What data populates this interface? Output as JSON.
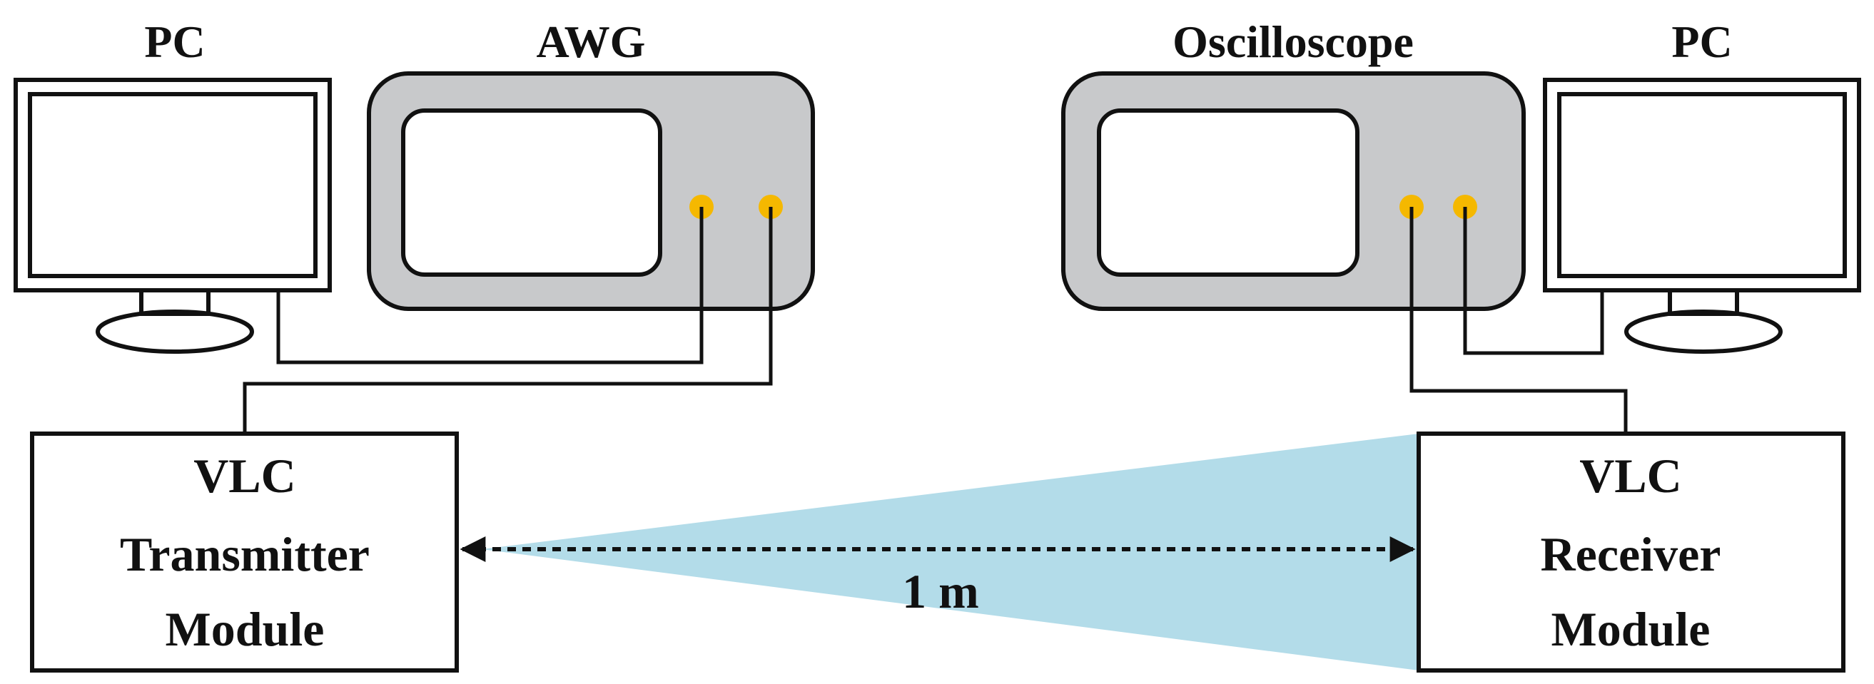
{
  "labels": {
    "pc_left": "PC",
    "awg": "AWG",
    "oscilloscope": "Oscilloscope",
    "pc_right": "PC",
    "tx_line1": "VLC",
    "tx_line2": "Transmitter",
    "tx_line3": "Module",
    "rx_line1": "VLC",
    "rx_line2": "Receiver",
    "rx_line3": "Module",
    "distance": "1 m"
  },
  "colors": {
    "instrument_body": "#c8c9cb",
    "port": "#f5b800",
    "light_beam": "#b3dce9",
    "line": "#111111",
    "background": "#ffffff"
  },
  "icons": {
    "pc": "monitor-icon",
    "awg": "instrument-icon",
    "oscilloscope": "instrument-icon",
    "link": "double-arrow-icon"
  }
}
